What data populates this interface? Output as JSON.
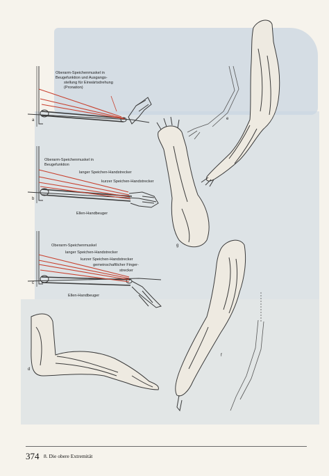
{
  "figure": {
    "panel_a": {
      "letter": "a",
      "label_1": "Oberarm-Speichenmuskel in",
      "label_2": "Beugefunktion und Ausgangs-",
      "label_3": "stellung für Einwärtsdrehung",
      "label_4": "(Pronation)"
    },
    "panel_b": {
      "letter": "b",
      "label_1": "Oberarm-Speichenmuskel in",
      "label_2": "Beugefunktion",
      "label_3": "langer Speichen-Handstrecker",
      "label_4": "kurzer Speichen-Handstrecker",
      "label_5": "Ellen-Handbeuger"
    },
    "panel_c": {
      "letter": "c",
      "label_1": "Oberarm-Speichenmuskel",
      "label_2": "langer Speichen-Handstrecker",
      "label_3": "kurzer Speichen-Handstrecker",
      "label_4": "gemeinschaftlicher Finger-",
      "label_5": "strecker",
      "label_6": "Ellen-Handbeuger"
    },
    "panel_d": {
      "letter": "d"
    },
    "panel_e": {
      "letter": "e"
    },
    "panel_f": {
      "letter": "f"
    },
    "panel_g": {
      "letter": "g"
    }
  },
  "footer": {
    "page_number": "374",
    "chapter": "8. Die obere Extremität"
  },
  "colors": {
    "muscle_red": "#c8402e",
    "sketch": "#3a3a3a",
    "background_wash": "#c9d6e1"
  }
}
